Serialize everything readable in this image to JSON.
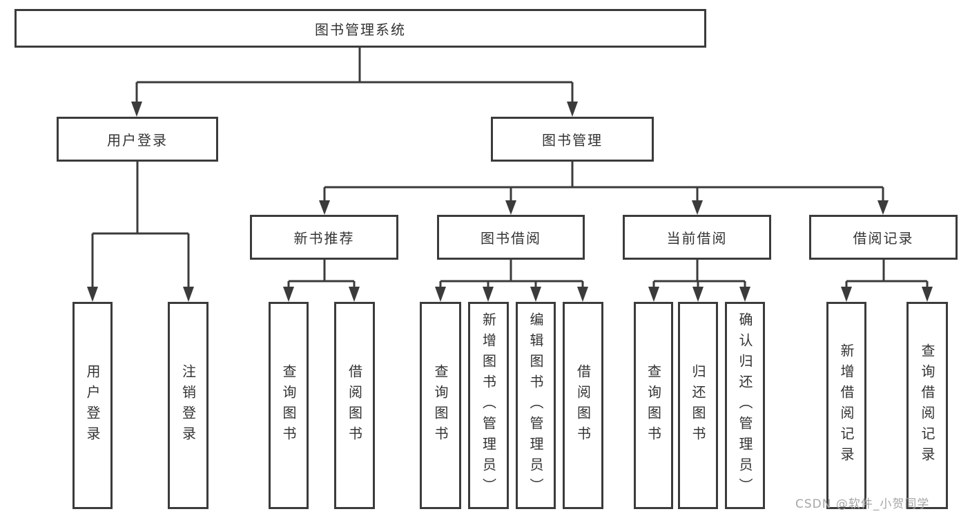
{
  "diagram": {
    "type": "tree-structure-diagram",
    "root": {
      "label": "图书管理系统"
    },
    "level2": [
      {
        "label": "用户登录"
      },
      {
        "label": "图书管理"
      }
    ],
    "level3": [
      {
        "label": "新书推荐"
      },
      {
        "label": "图书借阅"
      },
      {
        "label": "当前借阅"
      },
      {
        "label": "借阅记录"
      }
    ],
    "leaves": {
      "login": [
        "用户登录",
        "注销登录"
      ],
      "recommend": [
        "查询图书",
        "借阅图书"
      ],
      "borrow": [
        "查询图书",
        "新增图书（管理员）",
        "编辑图书（管理员）",
        "借阅图书"
      ],
      "current": [
        "查询图书",
        "归还图书",
        "确认归还（管理员）"
      ],
      "records": [
        "新增借阅记录",
        "查询借阅记录"
      ]
    },
    "colors": {
      "line": "#3b3b3b",
      "box_border": "#3b3b3b",
      "text": "#333333",
      "background": "#ffffff"
    }
  },
  "watermark": {
    "text": "CSDN @软件_小贺同学",
    "color": "#a6a6a6"
  }
}
